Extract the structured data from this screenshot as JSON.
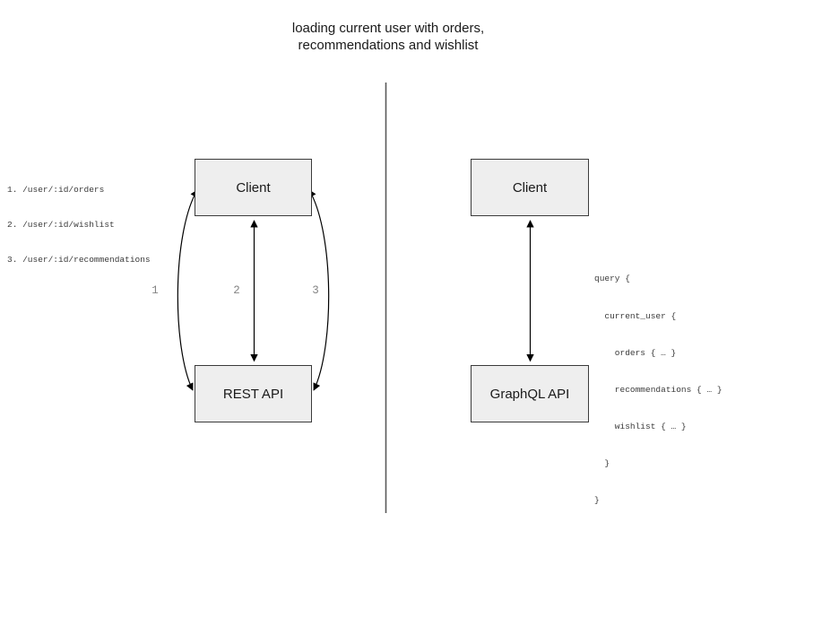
{
  "title": {
    "line1": "loading current user with orders,",
    "line2": "recommendations and wishlist"
  },
  "rest_panel": {
    "endpoints": [
      "1. /user/:id/orders",
      "2. /user/:id/wishlist",
      "3. /user/:id/recommendations"
    ],
    "client_label": "Client",
    "api_label": "REST API",
    "arrow_labels": [
      "1",
      "2",
      "3"
    ]
  },
  "graphql_panel": {
    "client_label": "Client",
    "api_label": "GraphQL API",
    "query_lines": [
      "query {",
      "  current_user {",
      "    orders { … }",
      "    recommendations { … }",
      "    wishlist { … }",
      "  }",
      "}"
    ]
  },
  "colors": {
    "box_fill": "#eeeeee",
    "box_border": "#3b3b3b",
    "arrow": "#000000",
    "divider": "#595959",
    "label_muted": "#848484",
    "code_text": "#3a3a3a",
    "title_text": "#1a1a1a"
  }
}
